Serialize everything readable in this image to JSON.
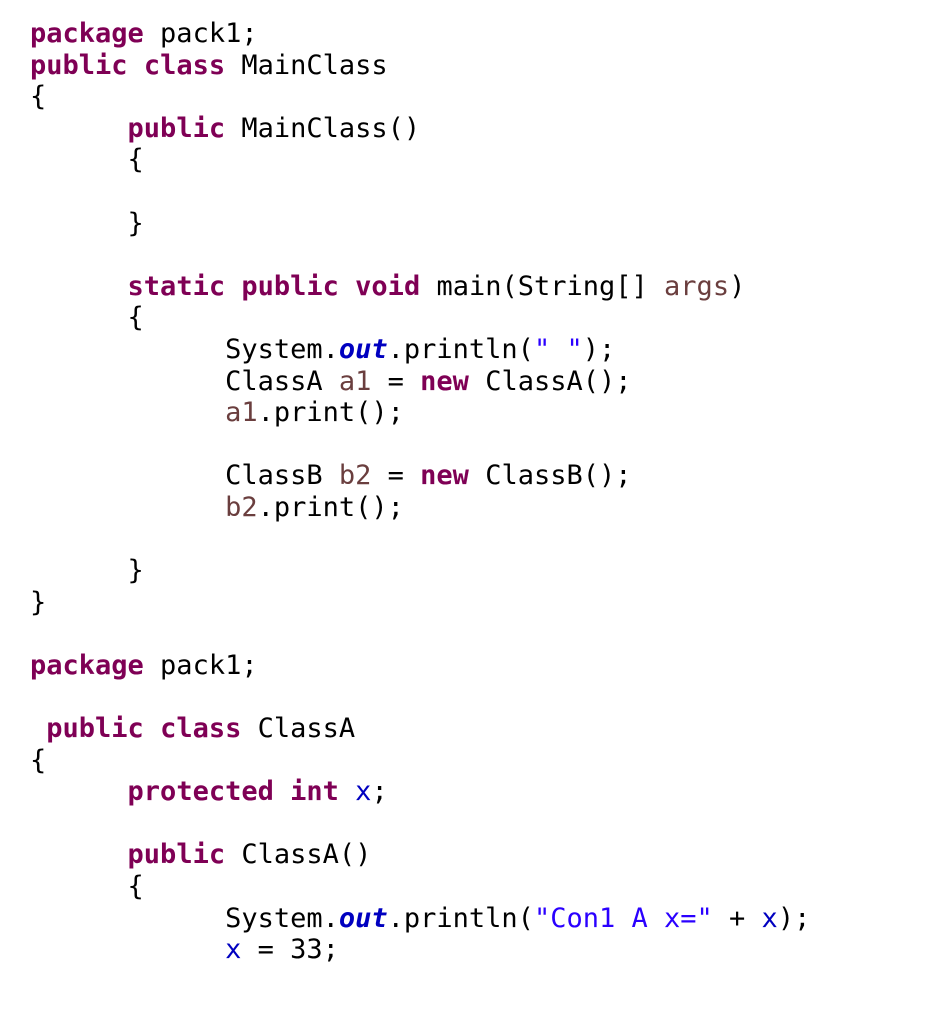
{
  "lines": [
    [
      {
        "t": "package",
        "c": "kw"
      },
      {
        "t": " pack1;",
        "c": "plain"
      }
    ],
    [
      {
        "t": "public",
        "c": "kw"
      },
      {
        "t": " ",
        "c": "plain"
      },
      {
        "t": "class",
        "c": "kw"
      },
      {
        "t": " MainClass",
        "c": "plain"
      }
    ],
    [
      {
        "t": "{",
        "c": "plain"
      }
    ],
    [
      {
        "t": "      ",
        "c": "plain"
      },
      {
        "t": "public",
        "c": "kw"
      },
      {
        "t": " MainClass()",
        "c": "plain"
      }
    ],
    [
      {
        "t": "      {",
        "c": "plain"
      }
    ],
    [],
    [
      {
        "t": "      }",
        "c": "plain"
      }
    ],
    [],
    [
      {
        "t": "      ",
        "c": "plain"
      },
      {
        "t": "static",
        "c": "kw"
      },
      {
        "t": " ",
        "c": "plain"
      },
      {
        "t": "public",
        "c": "kw"
      },
      {
        "t": " ",
        "c": "plain"
      },
      {
        "t": "void",
        "c": "kw"
      },
      {
        "t": " main(String[] ",
        "c": "plain"
      },
      {
        "t": "args",
        "c": "var"
      },
      {
        "t": ")",
        "c": "plain"
      }
    ],
    [
      {
        "t": "      {",
        "c": "plain"
      }
    ],
    [
      {
        "t": "            System.",
        "c": "plain"
      },
      {
        "t": "out",
        "c": "static-field"
      },
      {
        "t": ".println(",
        "c": "plain"
      },
      {
        "t": "\" \"",
        "c": "str"
      },
      {
        "t": ");",
        "c": "plain"
      }
    ],
    [
      {
        "t": "            ClassA ",
        "c": "plain"
      },
      {
        "t": "a1",
        "c": "var"
      },
      {
        "t": " = ",
        "c": "plain"
      },
      {
        "t": "new",
        "c": "kw"
      },
      {
        "t": " ClassA();",
        "c": "plain"
      }
    ],
    [
      {
        "t": "            ",
        "c": "plain"
      },
      {
        "t": "a1",
        "c": "var"
      },
      {
        "t": ".print();",
        "c": "plain"
      }
    ],
    [],
    [
      {
        "t": "            ClassB ",
        "c": "plain"
      },
      {
        "t": "b2",
        "c": "var"
      },
      {
        "t": " = ",
        "c": "plain"
      },
      {
        "t": "new",
        "c": "kw"
      },
      {
        "t": " ClassB();",
        "c": "plain"
      }
    ],
    [
      {
        "t": "            ",
        "c": "plain"
      },
      {
        "t": "b2",
        "c": "var"
      },
      {
        "t": ".print();",
        "c": "plain"
      }
    ],
    [],
    [
      {
        "t": "      }",
        "c": "plain"
      }
    ],
    [
      {
        "t": "}",
        "c": "plain"
      }
    ],
    [],
    [
      {
        "t": "package",
        "c": "kw"
      },
      {
        "t": " pack1;",
        "c": "plain"
      }
    ],
    [],
    [
      {
        "t": " ",
        "c": "plain"
      },
      {
        "t": "public",
        "c": "kw"
      },
      {
        "t": " ",
        "c": "plain"
      },
      {
        "t": "class",
        "c": "kw"
      },
      {
        "t": " ClassA",
        "c": "plain"
      }
    ],
    [
      {
        "t": "{",
        "c": "plain"
      }
    ],
    [
      {
        "t": "      ",
        "c": "plain"
      },
      {
        "t": "protected",
        "c": "kw"
      },
      {
        "t": " ",
        "c": "plain"
      },
      {
        "t": "int",
        "c": "kw"
      },
      {
        "t": " ",
        "c": "plain"
      },
      {
        "t": "x",
        "c": "field"
      },
      {
        "t": ";",
        "c": "plain"
      }
    ],
    [],
    [
      {
        "t": "      ",
        "c": "plain"
      },
      {
        "t": "public",
        "c": "kw"
      },
      {
        "t": " ClassA()",
        "c": "plain"
      }
    ],
    [
      {
        "t": "      {",
        "c": "plain"
      }
    ],
    [
      {
        "t": "            System.",
        "c": "plain"
      },
      {
        "t": "out",
        "c": "static-field"
      },
      {
        "t": ".println(",
        "c": "plain"
      },
      {
        "t": "\"Con1 A x=\"",
        "c": "str"
      },
      {
        "t": " + ",
        "c": "plain"
      },
      {
        "t": "x",
        "c": "field"
      },
      {
        "t": ");",
        "c": "plain"
      }
    ],
    [
      {
        "t": "            ",
        "c": "plain"
      },
      {
        "t": "x",
        "c": "field"
      },
      {
        "t": " = 33;",
        "c": "plain"
      }
    ]
  ],
  "colors": {
    "keyword": "#7f0055",
    "string": "#2a00ff",
    "field": "#0000c0",
    "local_variable": "#6a3e3e",
    "plain": "#000000",
    "background": "#ffffff"
  }
}
